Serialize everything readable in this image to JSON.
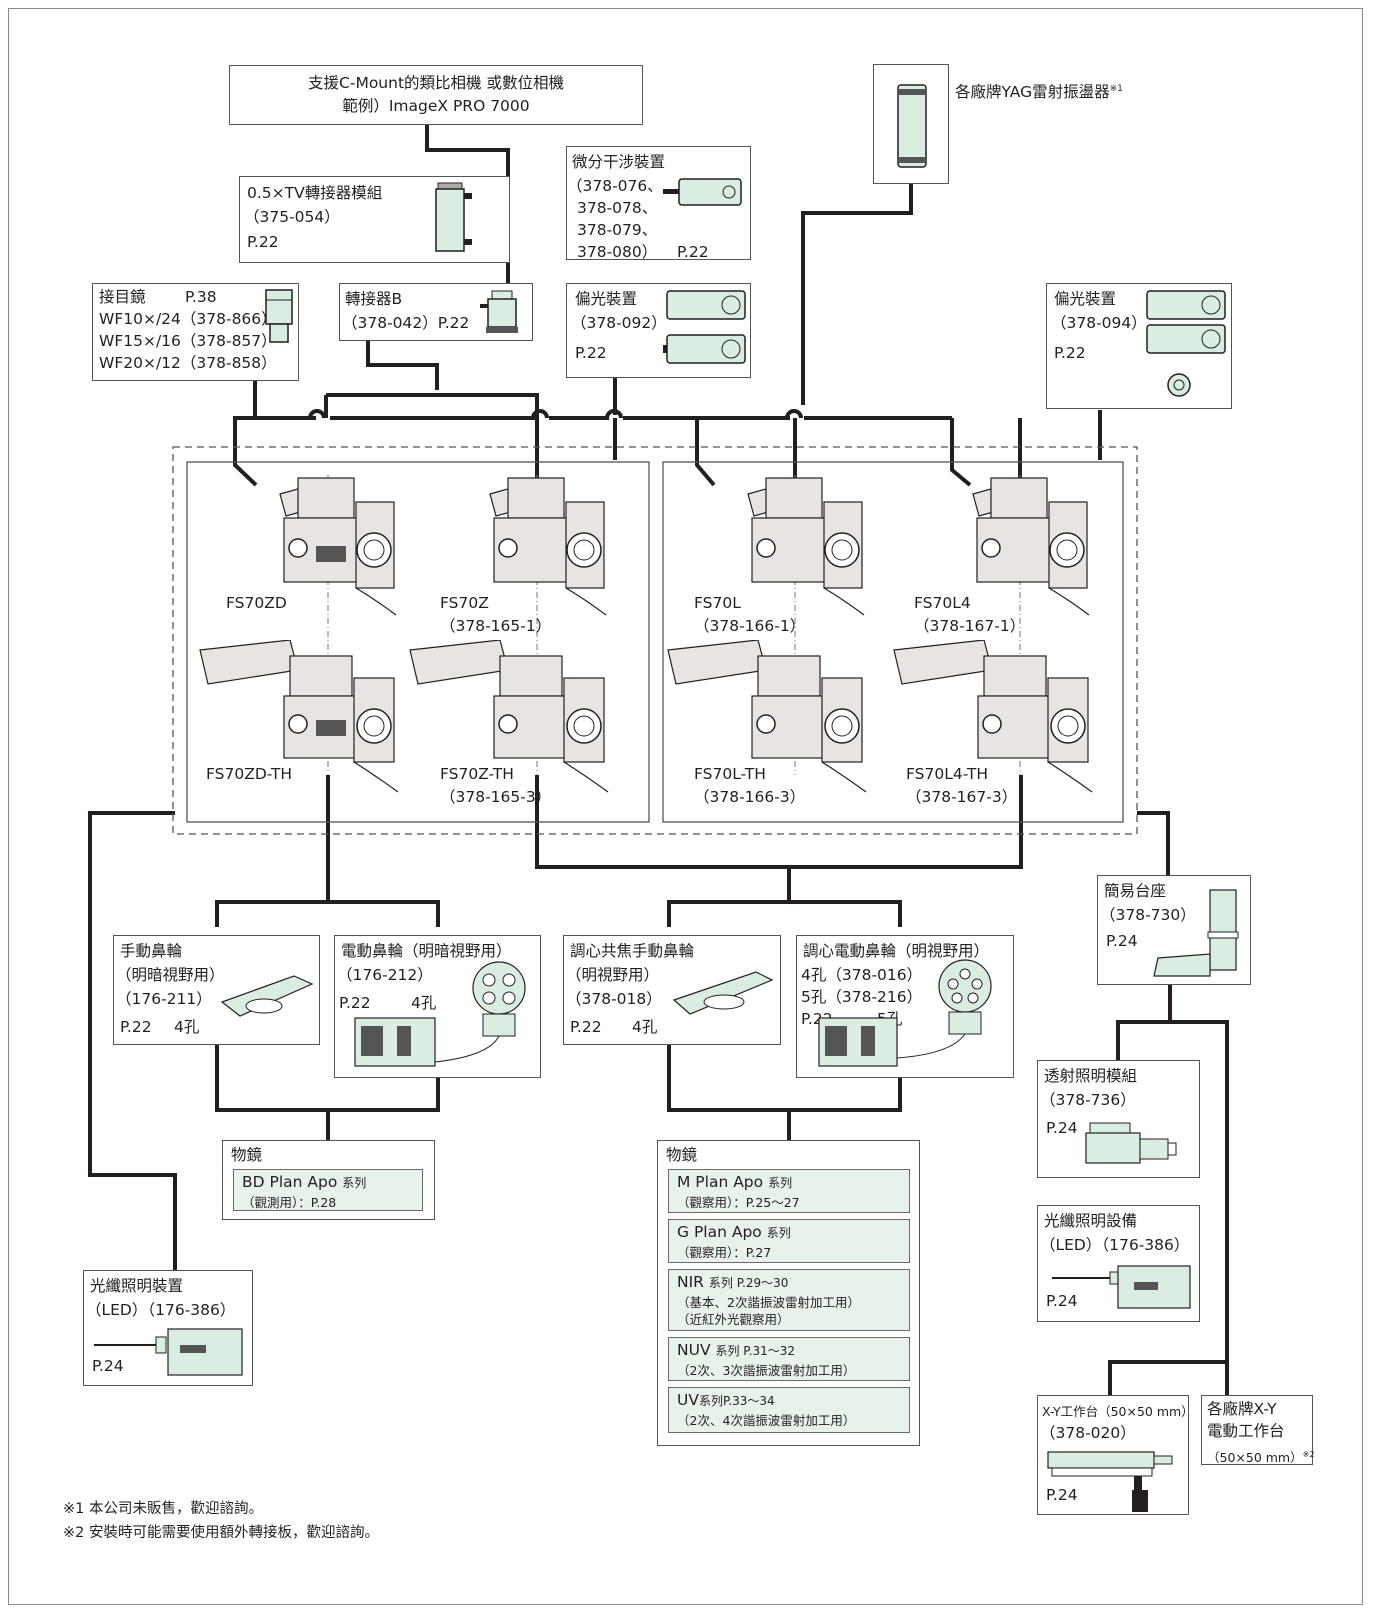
{
  "camera": {
    "line1": "支援C-Mount的類比相機 或數位相機",
    "line2": "範例）ImageX PRO 7000"
  },
  "yag": {
    "label": "各廠牌YAG雷射振盪器",
    "note_mark": "※1"
  },
  "tv_adapter": {
    "name": "0.5×TV轉接器模組",
    "code": "（375-054）",
    "page": "P.22"
  },
  "adapter_b": {
    "name": "轉接器B",
    "code_page": "（378-042）P.22"
  },
  "dic": {
    "name": "微分干涉裝置",
    "codes": [
      "（378-076、",
      "378-078、",
      "378-079、",
      "378-080）"
    ],
    "page": "P.22"
  },
  "polarizer1": {
    "name": "偏光裝置",
    "code": "（378-092）",
    "page": "P.22"
  },
  "polarizer2": {
    "name": "偏光裝置",
    "code": "（378-094）",
    "page": "P.22"
  },
  "eyepiece": {
    "name": "接目鏡",
    "page": "P.38",
    "items": [
      "WF10×/24（378-866）",
      "WF15×/16（378-857）",
      "WF20×/12（378-858）"
    ]
  },
  "models": [
    {
      "name": "FS70ZD",
      "code": ""
    },
    {
      "name": "FS70Z",
      "code": "（378-165-1）"
    },
    {
      "name": "FS70L",
      "code": "（378-166-1）"
    },
    {
      "name": "FS70L4",
      "code": "（378-167-1）"
    },
    {
      "name": "FS70ZD-TH",
      "code": ""
    },
    {
      "name": "FS70Z-TH",
      "code": "（378-165-3）"
    },
    {
      "name": "FS70L-TH",
      "code": "（378-166-3）"
    },
    {
      "name": "FS70L4-TH",
      "code": "（378-167-3）"
    }
  ],
  "simple_base": {
    "name": "簡易台座",
    "code": "（378-730）",
    "page": "P.24"
  },
  "manual_nosepiece": {
    "name": "手動鼻輪",
    "sub": "（明暗視野用）",
    "code": "（176-211）",
    "page": "P.22",
    "holes": "4孔"
  },
  "motor_nosepiece": {
    "name": "電動鼻輪（明暗視野用）",
    "code": "（176-212）",
    "page": "P.22",
    "holes": "4孔"
  },
  "centering_manual": {
    "name": "調心共焦手動鼻輪",
    "sub": "（明視野用）",
    "code": "（378-018）",
    "page": "P.22",
    "holes": "4孔"
  },
  "centering_motor": {
    "name": "調心電動鼻輪（明視野用）",
    "codes": [
      "4孔（378-016）",
      "5孔（378-216）"
    ],
    "page": "P.22",
    "holes": "5孔"
  },
  "transmitted": {
    "name": "透射照明模組",
    "code": "（378-736）",
    "page": "P.24"
  },
  "fiber_right": {
    "name": "光纖照明設備",
    "code": "（LED）（176-386）",
    "page": "P.24"
  },
  "fiber_left": {
    "name": "光纖照明裝置",
    "code": "（LED）（176-386）",
    "page": "P.24"
  },
  "objective_left": {
    "title": "物鏡",
    "series": [
      {
        "name": "BD Plan Apo",
        "suffix": "系列",
        "desc": "（觀測用）：P.28"
      }
    ]
  },
  "objective_right": {
    "title": "物鏡",
    "series": [
      {
        "name": "M Plan Apo",
        "suffix": "系列",
        "desc": "（觀察用）：P.25～27"
      },
      {
        "name": "G Plan Apo",
        "suffix": "系列",
        "desc": "（觀察用）：P.27"
      },
      {
        "name": "NIR",
        "suffix": "系列  P.29～30",
        "desc": "（基本、2次諧振波雷射加工用）",
        "desc2": "（近紅外光觀察用）"
      },
      {
        "name": "NUV",
        "suffix": "系列  P.31～32",
        "desc": "（2次、3次諧振波雷射加工用）"
      },
      {
        "name": "UV",
        "suffix": "系列P.33～34",
        "desc": "（2次、4次諧振波雷射加工用）"
      }
    ]
  },
  "xy_stage": {
    "name": "X-Y工作台（50×50 mm）",
    "code": "（378-020）",
    "page": "P.24"
  },
  "xy_motor": {
    "line1": "各廠牌X-Y",
    "line2": "電動工作台",
    "line3": "（50×50 mm）",
    "note_mark": "※2"
  },
  "notes": [
    "※1 本公司未販售，歡迎諮詢。",
    "※2 安裝時可能需要使用額外轉接板，歡迎諮詢。"
  ],
  "colors": {
    "line": "#231f20",
    "accent_fill": "#d9ede0",
    "body_fill": "#e8e4e2"
  }
}
